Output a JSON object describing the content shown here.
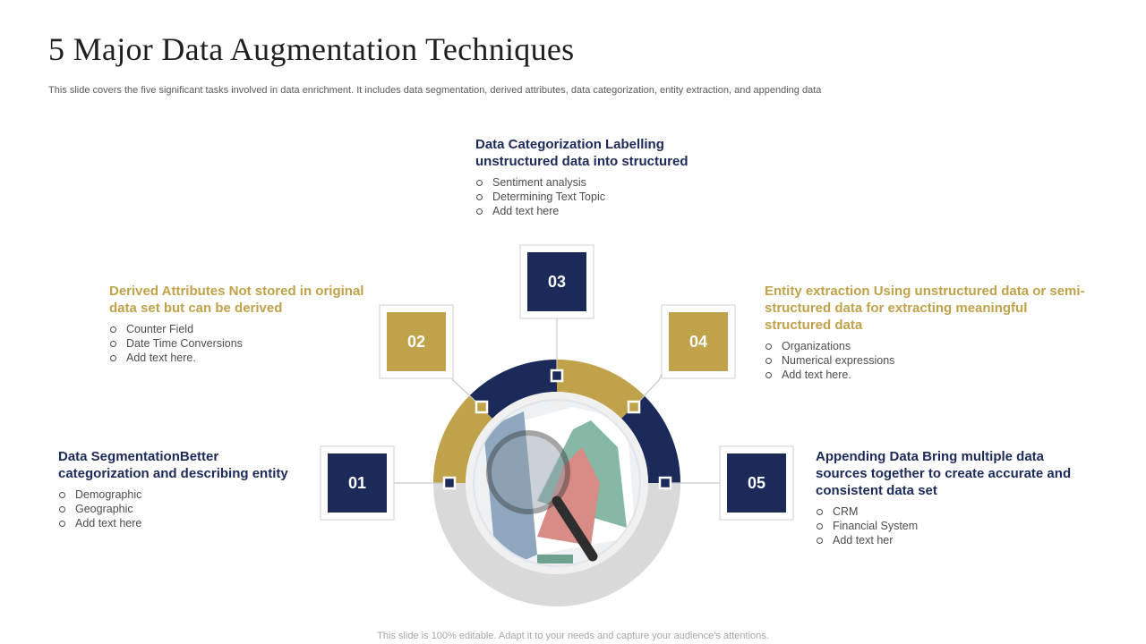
{
  "slide": {
    "title": "5 Major Data Augmentation Techniques",
    "subtitle": "This slide covers the five significant tasks involved in data enrichment. It includes data segmentation, derived attributes, data categorization, entity extraction, and appending data",
    "footer": "This slide is 100% editable. Adapt it to your needs and capture your audience’s attentions."
  },
  "colors": {
    "navy": "#1c2a5a",
    "gold": "#bfa24a",
    "ring_grey": "#d9d9d9"
  },
  "steps": [
    {
      "number": "01",
      "color": "navy",
      "heading": "Data SegmentationBetter categorization and describing entity",
      "bullets": [
        "Demographic",
        "Geographic",
        "Add text here"
      ]
    },
    {
      "number": "02",
      "color": "gold",
      "heading": "Derived Attributes Not stored in original data set but can be derived",
      "bullets": [
        "Counter Field",
        "Date Time Conversions",
        "Add text here."
      ]
    },
    {
      "number": "03",
      "color": "navy",
      "heading": "Data Categorization Labelling unstructured data into structured",
      "bullets": [
        "Sentiment analysis",
        "Determining Text Topic",
        "Add text here"
      ]
    },
    {
      "number": "04",
      "color": "gold",
      "heading": "Entity extraction Using unstructured data or semi-structured data for extracting meaningful structured data",
      "bullets": [
        "Organizations",
        "Numerical expressions",
        "Add text here."
      ]
    },
    {
      "number": "05",
      "color": "navy",
      "heading": "Appending Data Bring multiple data sources together to create accurate and consistent data set",
      "bullets": [
        "CRM",
        "Financial System",
        "Add text her"
      ]
    }
  ],
  "center_image": {
    "icon": "magnifying-glass-over-chart-icon"
  }
}
